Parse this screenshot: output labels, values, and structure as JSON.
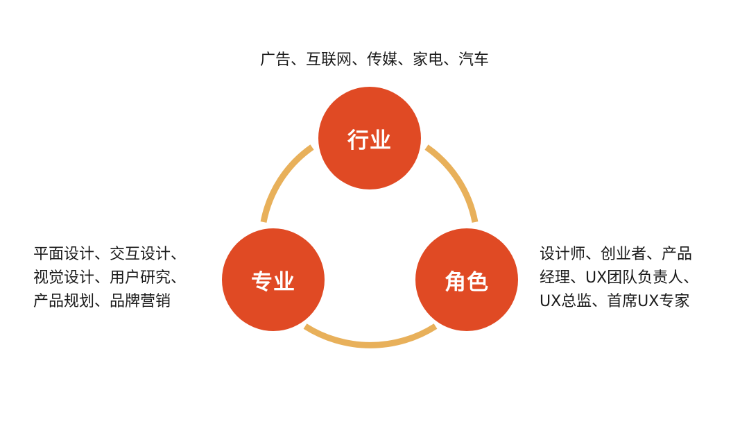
{
  "colors": {
    "node_fill": "#e04a24",
    "ring_stroke": "#e8b05a",
    "text": "#1a1a1a"
  },
  "nodes": {
    "industry": {
      "label": "行业"
    },
    "major": {
      "label": "专业"
    },
    "role": {
      "label": "角色"
    }
  },
  "descriptions": {
    "industry": [
      "广告、互联网、传媒、家电、汽车"
    ],
    "major": [
      "平面设计、交互设计、",
      "视觉设计、用户研究、",
      "产品规划、品牌营销"
    ],
    "role": [
      "设计师、创业者、产品",
      "经理、UX团队负责人、",
      "UX总监、首席UX专家"
    ]
  }
}
